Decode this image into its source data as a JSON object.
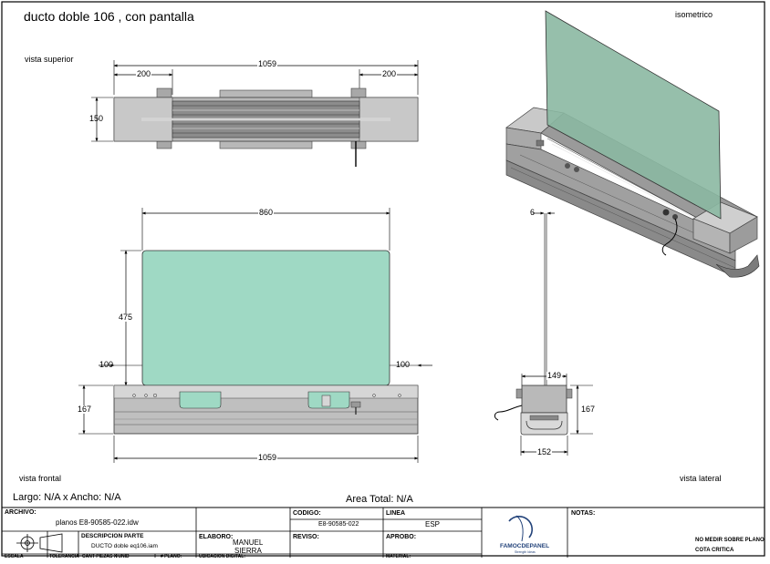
{
  "sheet": {
    "title": "ducto doble 106 , con pantalla",
    "view_top": "vista superior",
    "view_front": "vista frontal",
    "view_side": "vista lateral",
    "view_iso": "isometrico",
    "size_text": "Largo: N/A x Ancho: N/A",
    "area_text": "Area Total: N/A"
  },
  "dimensions": {
    "top": {
      "left": "200",
      "total": "1059",
      "right": "200",
      "height": "150"
    },
    "front": {
      "glass_width": "860",
      "glass_height": "475",
      "left_offset": "100",
      "right_offset": "100",
      "duct_height": "167",
      "total": "1059"
    },
    "side": {
      "thickness": "6",
      "top_width": "149",
      "height": "167",
      "bottom_width": "152"
    }
  },
  "title_block": {
    "archivo_label": "ARCHIVO:",
    "archivo_value": "planos E8-90585-022.idw",
    "descripcion_label": "DESCRIPCION PARTE",
    "descripcion_value": "DUCTO doble eq106.iam",
    "tolerancia_label": "TOLERANCIA",
    "cant_label": "CANT PIEZAS X UNID",
    "escala_label": "ESCALA",
    "codigo_label": "CODIGO:",
    "codigo_value": "E8-90585-022",
    "linea_label": "LINEA",
    "linea_value": "ESP",
    "elaboro_label": "ELABORO:",
    "elaboro_value_1": "MANUEL",
    "elaboro_value_2": "SIERRA",
    "reviso_label": "REVISO:",
    "aprobo_label": "APROBO:",
    "ubicacion_label": "UBICACION DIGITAL:",
    "material_label": "MATERIAL:",
    "plano_label": "# PLANO:",
    "notas_label": "NOTAS:",
    "note_1": "NO MEDIR SOBRE PLANO",
    "note_2": "COTA CRITICA",
    "logo_text": "FAMOCDEPANEL",
    "logo_tagline": "Strength Ideas"
  },
  "colors": {
    "glass": "#9fd9c4",
    "glass_iso": "#8bb8a2",
    "duct": "#b9b9b9",
    "duct_dark": "#808080",
    "line": "#000000"
  }
}
